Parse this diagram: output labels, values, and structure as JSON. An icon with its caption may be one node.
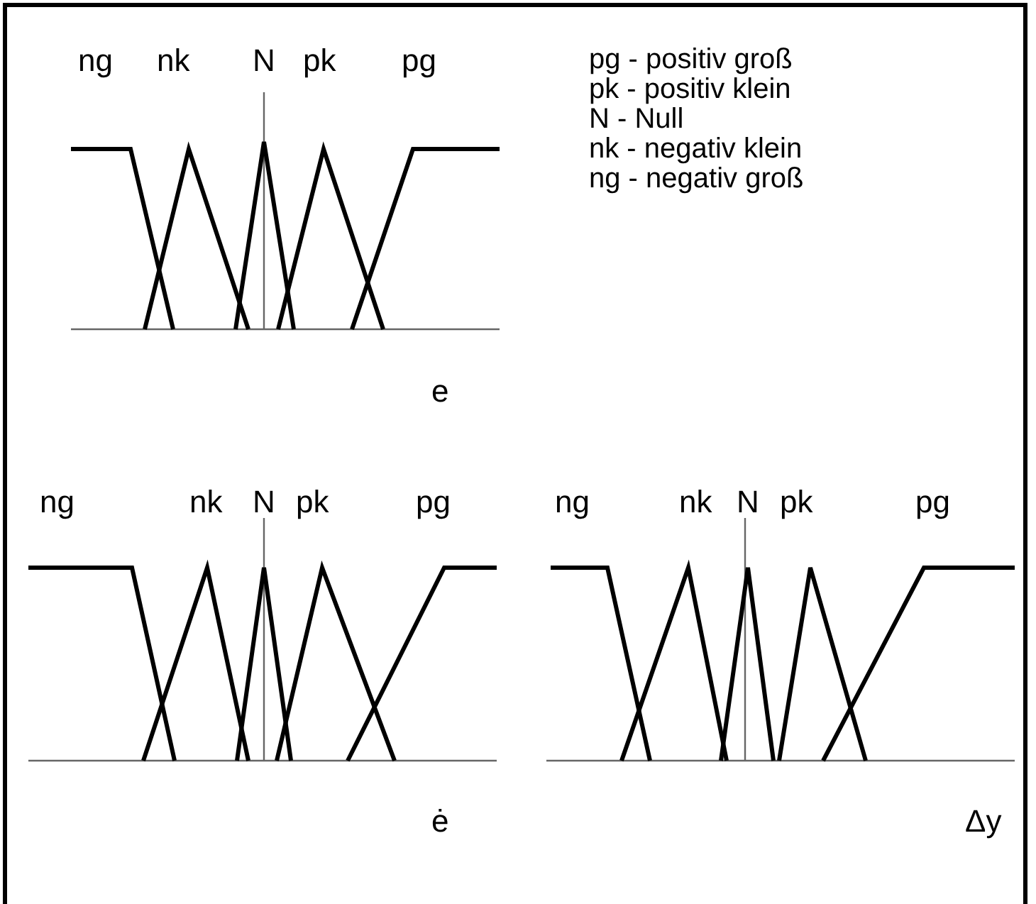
{
  "diagram": {
    "labels": [
      "ng",
      "nk",
      "N",
      "pk",
      "pg",
      "pg - positiv groß",
      "pk - positiv klein",
      "N  - Null",
      "nk - negativ klein",
      "ng - negativ groß",
      "e",
      "ng",
      "nk",
      "N",
      "pk",
      "pg",
      "ng",
      "nk",
      "N",
      "pk",
      "pg",
      "ė",
      "Δy"
    ]
  }
}
